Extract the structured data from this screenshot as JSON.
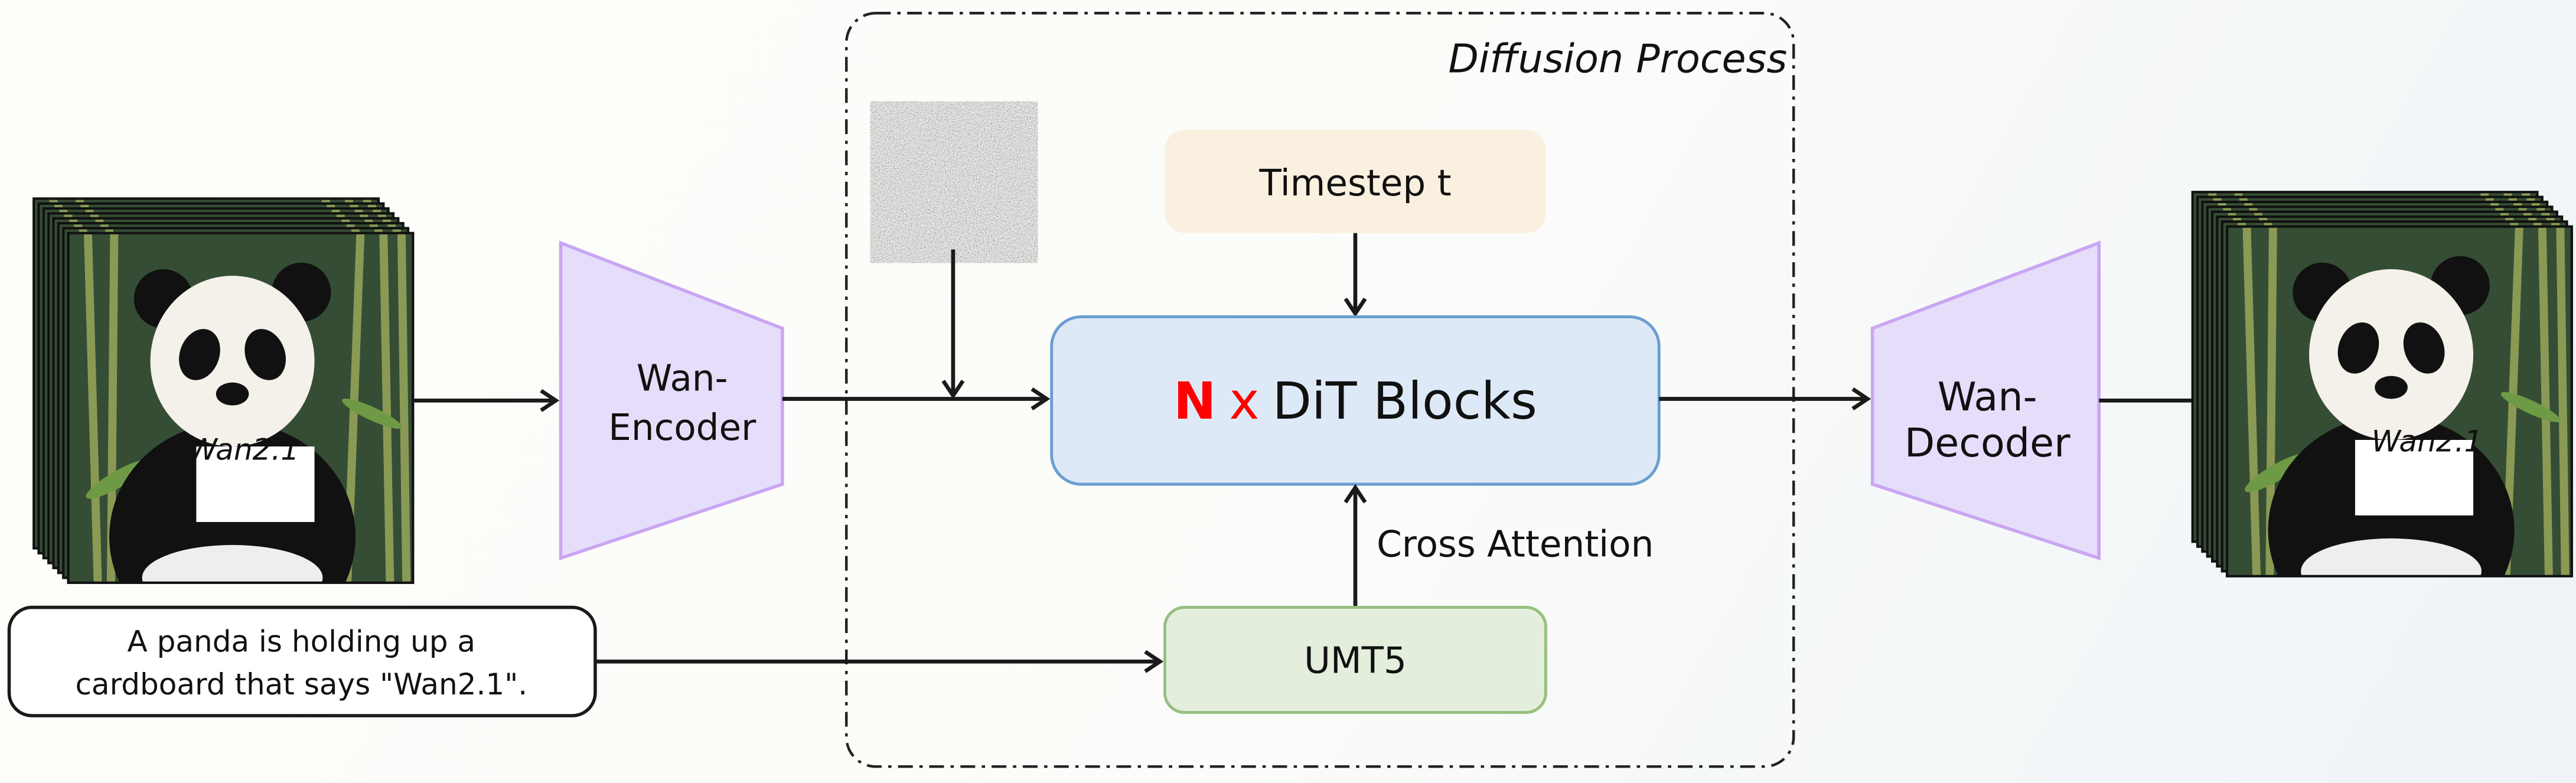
{
  "diagram": {
    "container_label": "Diffusion Process",
    "input_video": {
      "sign_text": "Wan2.1",
      "frames": 8
    },
    "encoder": {
      "line1": "Wan-",
      "line2": "Encoder"
    },
    "noise": {
      "icon": "gaussian-noise-image"
    },
    "timestep": {
      "label": "Timestep t"
    },
    "dit": {
      "n": "N",
      "x": "x",
      "label": "DiT Blocks"
    },
    "cross_attention": {
      "label": "Cross Attention"
    },
    "umt5": {
      "label": "UMT5"
    },
    "prompt": {
      "line1": "A panda is holding up a",
      "line2": "cardboard that says \"Wan2.1\"."
    },
    "decoder": {
      "line1": "Wan-",
      "line2": "Decoder"
    },
    "output_video": {
      "sign_text": "Wan2.1",
      "frames": 8
    },
    "colors": {
      "encoder_fill": "#E6DDFB",
      "encoder_stroke": "#C9A6F2",
      "timestep_fill": "#FAF0DF",
      "dit_fill": "#DEE9F8",
      "dit_stroke": "#6A9FD1",
      "umt5_fill": "#E3EFDC",
      "umt5_stroke": "#98C081",
      "highlight_red": "#FF0000"
    }
  }
}
